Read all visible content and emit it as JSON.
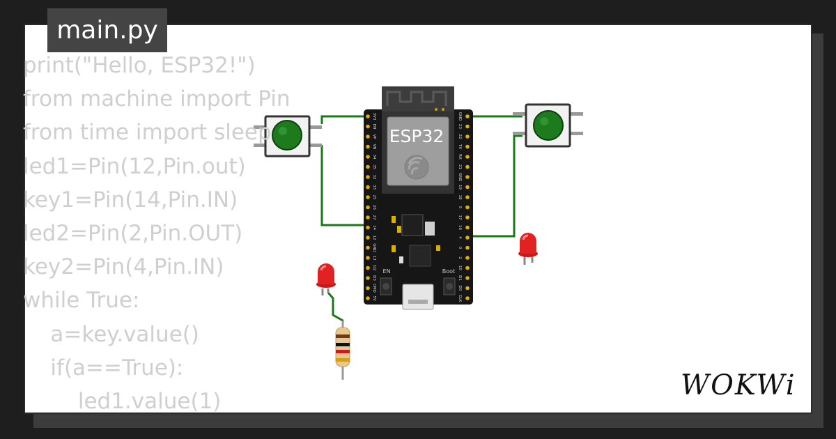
{
  "file_tab": {
    "title": "main.py"
  },
  "code_lines": [
    "print(\"Hello, ESP32!\")",
    "from machine import Pin",
    "from time import sleep",
    "led1=Pin(12,Pin.out)",
    "key1=Pin(14,Pin.IN)",
    "led2=Pin(2,Pin.OUT)",
    "key2=Pin(4,Pin.IN)",
    "while True:",
    "    a=key.value()",
    "    if(a==True):",
    "        led1.value(1)"
  ],
  "board": {
    "label": "ESP32",
    "button_en_label": "EN",
    "button_boot_label": "Boot",
    "left_pins": [
      "3V3",
      "EN",
      "VP",
      "VN",
      "34",
      "35",
      "32",
      "33",
      "25",
      "26",
      "27",
      "14",
      "12",
      "GND",
      "13",
      "D2",
      "D3",
      "CMD",
      "5V"
    ],
    "right_pins": [
      "GND",
      "23",
      "22",
      "TX",
      "RX",
      "21",
      "GND",
      "19",
      "18",
      "5",
      "17",
      "16",
      "4",
      "0",
      "2",
      "15",
      "D1",
      "D0",
      "CLK"
    ]
  },
  "logo": {
    "text": "WOKWi"
  },
  "colors": {
    "background": "#1e1e1e",
    "wire": "#1a7a1a",
    "board": "#161616",
    "led": "#e02020",
    "button_cap": "#1d7a1d",
    "code_text": "#cfcfcf"
  }
}
